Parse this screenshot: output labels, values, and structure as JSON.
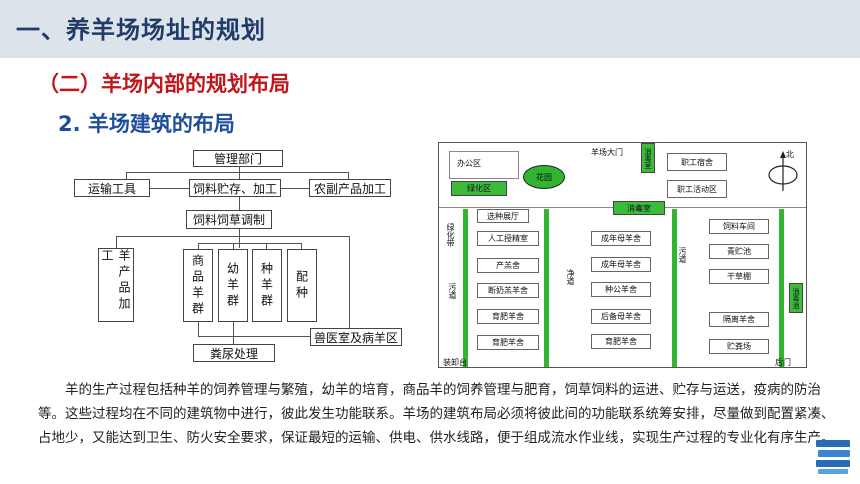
{
  "header": {
    "title": "一、养羊场场址的规划"
  },
  "section": {
    "title": "（二）羊场内部的规划布局"
  },
  "subsection": {
    "title": "2. 羊场建筑的布局"
  },
  "org_chart": {
    "management": "管理部门",
    "transport": "运输工具",
    "feed_storage": "饲料贮存、加工",
    "farm_products": "农副产品加工",
    "feed_mixing": "饲料饲草调制",
    "sheep_products": "羊产品加工",
    "commodity_sheep": "商品羊群",
    "young_sheep": "幼羊群",
    "breeding_sheep": "种羊群",
    "mating": "配种",
    "vet_room": "兽医室及病羊区",
    "manure": "粪尿处理"
  },
  "plan": {
    "office": "办公区",
    "garden": "花园",
    "green_area": "绿化区",
    "gate": "羊场大门",
    "disinfect_room_top": "消毒室",
    "staff_dorm": "职工宿舍",
    "staff_activity": "职工活动区",
    "north": "北",
    "selection_hall": "选种展厅",
    "disinfect_room_mid": "消毒室",
    "green_belt": "绿化带",
    "dirty_road_left": "污道",
    "clean_road": "净道",
    "dirty_road_right": "污道",
    "ai_room": "人工授精室",
    "lambing": "产羔舍",
    "weaned_lamb": "断奶羔羊舍",
    "fattening_1": "育肥羊舍",
    "fattening_2": "育肥羊舍",
    "adult_ewe_1": "成年母羊舍",
    "adult_ewe_2": "成年母羊舍",
    "ram": "种公羊舍",
    "reserve_ewe": "后备母羊舍",
    "fattening_3": "育肥羊舍",
    "feed_workshop": "饲料车间",
    "silage_pool": "青贮池",
    "hay_shed": "干草棚",
    "isolation": "隔离羊舍",
    "manure_yard": "贮粪场",
    "disinfect_pool": "消毒池",
    "loading": "装卸台",
    "back_gate": "后门"
  },
  "paragraph": "羊的生产过程包括种羊的饲养管理与繁殖，幼羊的培育，商品羊的饲养管理与肥育，饲草饲料的运进、贮存与运送，疫病的防治等。这些过程均在不同的建筑物中进行，彼此发生功能联系。羊场的建筑布局必须将彼此间的功能联系统筹安排，尽量做到配置紧凑、占地少，又能达到卫生、防火安全要求，保证最短的运输、供电、供水线路，便于组成流水作业线，实现生产过程的专业化有序生产。",
  "colors": {
    "title_bar": "#dde3ea",
    "title": "#1f3b66",
    "section": "#c0161b",
    "subsection": "#1f4e99",
    "green": "#2fb52f"
  }
}
